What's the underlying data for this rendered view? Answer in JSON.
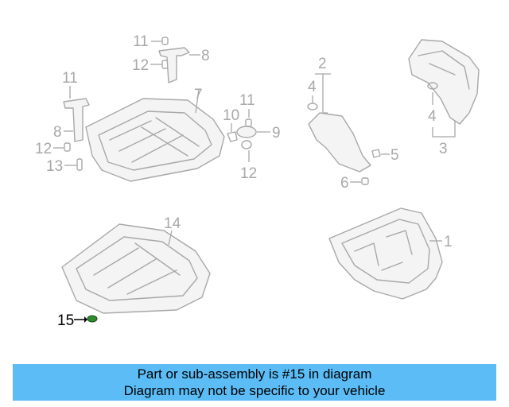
{
  "callouts": {
    "c1": "1",
    "c2": "2",
    "c3": "3",
    "c4a": "4",
    "c4b": "4",
    "c5": "5",
    "c6": "6",
    "c7": "7",
    "c8a": "8",
    "c8b": "8",
    "c9": "9",
    "c10": "10",
    "c11a": "11",
    "c11b": "11",
    "c11c": "11",
    "c12a": "12",
    "c12b": "12",
    "c12c": "12",
    "c13": "13",
    "c14": "14",
    "c15": "15"
  },
  "highlight_part": "15",
  "colors": {
    "banner": "#5bbcf6",
    "line": "#a8a8a8",
    "highlight": "#000000",
    "part15": "#2e8b2e"
  },
  "banner": {
    "line1": "Part or sub-assembly is #15 in diagram",
    "line2": "Diagram may not be specific to your vehicle"
  }
}
